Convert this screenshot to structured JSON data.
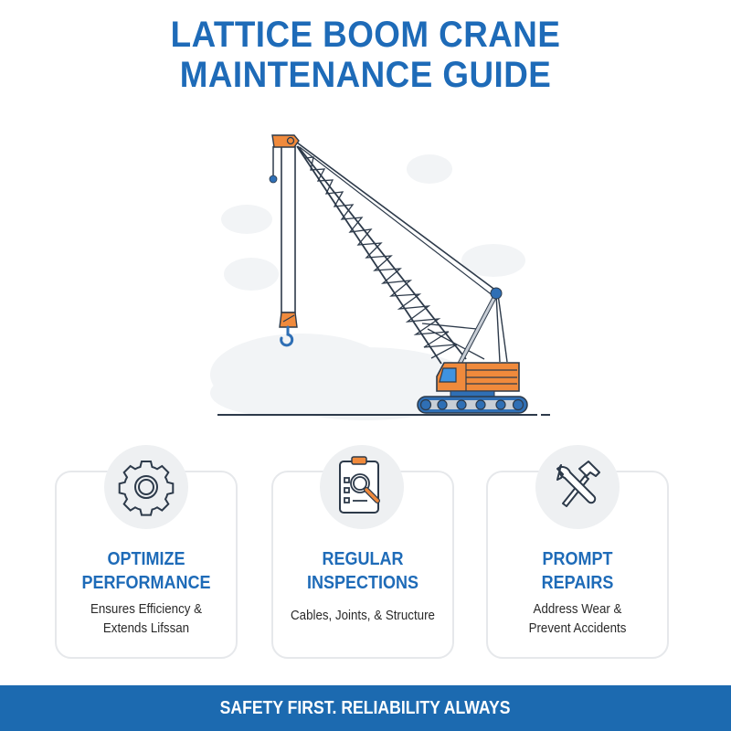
{
  "header": {
    "title_line1": "LATTICE BOOM CRANE",
    "title_line2": "MAINTENANCE GUIDE"
  },
  "illustration": {
    "subject": "crawler lattice boom crane",
    "colors": {
      "body": "#f08a3c",
      "outline": "#2d3a4a",
      "accent_blue": "#2f6fb5",
      "window": "#3f93e0",
      "background_clouds": "#f1f3f5"
    }
  },
  "cards": [
    {
      "icon": "gear-icon",
      "title_line1": "OPTIMIZE",
      "title_line2": "PERFORMANCE",
      "desc_line1": "Ensures Efficiency &",
      "desc_line2": "Extends Lifssan"
    },
    {
      "icon": "clipboard-magnifier-icon",
      "title_line1": "REGULAR",
      "title_line2": "INSPECTIONS",
      "desc_line1": "Cables, Joints, & Structure"
    },
    {
      "icon": "wrench-hammer-icon",
      "title_line1": "PROMPT",
      "title_line2": "REPAIRS",
      "desc_line1": "Address Wear &",
      "desc_line2": "Prevent Accidents"
    }
  ],
  "footer": {
    "tagline": "SAFETY FIRST. RELIABILITY ALWAYS"
  },
  "theme": {
    "primary_blue": "#1e6bb8",
    "footer_blue": "#1c6ab0",
    "orange": "#f08a3c"
  }
}
